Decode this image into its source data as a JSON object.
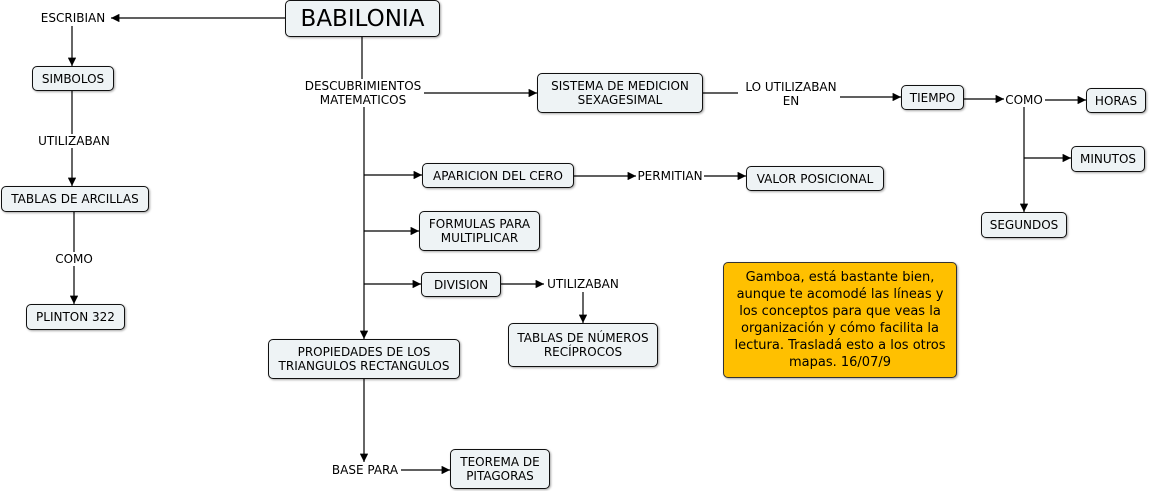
{
  "nodes": {
    "babilonia": "BABILONIA",
    "simbolos": "SIMBOLOS",
    "tablas_arcillas": "TABLAS DE ARCILLAS",
    "plinton": "PLINTON 322",
    "sistema": "SISTEMA DE MEDICION\nSEXAGESIMAL",
    "tiempo": "TIEMPO",
    "horas": "HORAS",
    "minutos": "MINUTOS",
    "segundos": "SEGUNDOS",
    "aparicion_cero": "APARICION DEL CERO",
    "valor_posicional": "VALOR POSICIONAL",
    "formulas": "FORMULAS PARA\nMULTIPLICAR",
    "division": "DIVISION",
    "tablas_reciprocos": "TABLAS DE NÚMEROS\nRECÍPROCOS",
    "propiedades": "PROPIEDADES DE LOS\nTRIANGULOS RECTANGULOS",
    "teorema": "TEOREMA DE\nPITAGORAS"
  },
  "linking": {
    "escribian": "ESCRIBIAN",
    "utilizaban_1": "UTILIZABAN",
    "como_1": "COMO",
    "descubrimientos": "DESCUBRIMIENTOS\nMATEMATICOS",
    "lo_utilizaban": "LO UTILIZABAN\nEN",
    "como_2": "COMO",
    "permitian": "PERMITIAN",
    "utilizaban_2": "UTILIZABAN",
    "base_para": "BASE PARA"
  },
  "note": {
    "text": "Gamboa, está bastante bien, aunque te acomodé las líneas y los conceptos para que veas la organización y cómo facilita la lectura.  Trasladá esto a los otros mapas.  16/07/9",
    "color": "#ffc000"
  },
  "colors": {
    "node_fill": "#eef3f5",
    "line": "#000000"
  }
}
